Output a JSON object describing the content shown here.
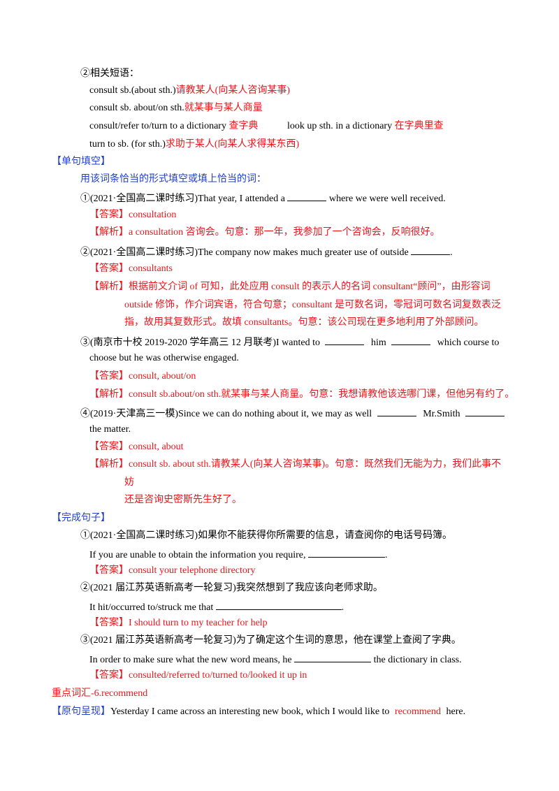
{
  "phrases": {
    "heading": "②相关短语：",
    "p1": {
      "en": "consult sb.(about sth.)",
      "cn": "请教某人(向某人咨询某事)"
    },
    "p2": {
      "en": "consult sb.  about/on sth.",
      "cn": "就某事与某人商量"
    },
    "p3": {
      "en": "consult/refer to/turn to a dictionary",
      "cn": "查字典"
    },
    "p4": {
      "en": "look up sth.  in a dictionary",
      "cn": "在字典里查"
    },
    "p5": {
      "en": "turn to sb.  (for  sth.)",
      "cn": "求助于某人(向某人求得某东西)"
    }
  },
  "fill": {
    "title": "【单句填空】",
    "instruction": "用该词条恰当的形式填空或填上恰当的词：",
    "answer_tag": "【答案】",
    "analysis_tag": "【解析】",
    "q1": {
      "text_a": "①(2021·全国高二课时练习)That year,  I attended a",
      "text_b": "where we were well received.",
      "answer": "consultation",
      "analysis": "a consultation 咨询会。句意：那一年，我参加了一个咨询会，反响很好。"
    },
    "q2": {
      "text_a": "②(2021·全国高二课时练习)The company now makes much greater use of outside",
      "text_b": ".",
      "answer": "consultants",
      "analysis_1": "根据前文介词 of 可知，此处应用 consult 的表示人的名词 consultant“顾问”，由形容词",
      "analysis_2": "outside 修饰，作介词宾语，符合句意；consultant 是可数名词，零冠词可数名词复数表泛",
      "analysis_3": "指，故用其复数形式。故填 consultants。句意：该公司现在更多地利用了外部顾问。"
    },
    "q3": {
      "text_a": "③(南京市十校 2019-2020 学年高三 12 月联考)I wanted to",
      "text_b": "him",
      "text_c": "which course to",
      "text_d": "choose but he was otherwise engaged.",
      "answer": "consult,  about/on",
      "analysis": "consult sb.about/on sth.就某事与某人商量。句意：我想请教他该选哪门课，但他另有约了。"
    },
    "q4": {
      "text_a": "④(2019·天津高三一模)Since we can do nothing about it, we may as well",
      "text_b": "Mr.Smith",
      "text_d": "the matter.",
      "answer": "consult, about",
      "analysis_1": "consult sb.  about sth.请教某人(向某人咨询某事)。句意：既然我们无能为力，我们此事不",
      "analysis_2": "妨",
      "analysis_3": "还是咨询史密斯先生好了。"
    }
  },
  "complete": {
    "title": "【完成句子】",
    "q1": {
      "cn": "①(2021·全国高二课时练习)如果你不能获得你所需要的信息，请查阅你的电话号码簿。",
      "en_a": "If you are unable to obtain the information you require,",
      "en_b": ".",
      "answer": "consult your telephone  directory"
    },
    "q2": {
      "cn": "②(2021 届江苏英语新高考一轮复习)我突然想到了我应该向老师求助。",
      "en_a": "It hit/occurred to/struck me that",
      "en_b": ".",
      "answer": "I should turn to my teacher for help"
    },
    "q3": {
      "cn": "③(2021 届江苏英语新高考一轮复习)为了确定这个生词的意思，他在课堂上查阅了字典。",
      "en_a": "In order to make sure what the new word means, he",
      "en_b": "the dictionary in class.",
      "answer": "consulted/referred to/turned to/looked it up in"
    }
  },
  "vocab": {
    "title": "重点词汇-6.recommend",
    "orig_tag": "【原句呈现】",
    "orig_a": "Yesterday I came across an interesting new book, which I would like to",
    "orig_word": "recommend",
    "orig_b": "here."
  },
  "colors": {
    "red": "#e8161b",
    "blue": "#1f3fd1"
  }
}
